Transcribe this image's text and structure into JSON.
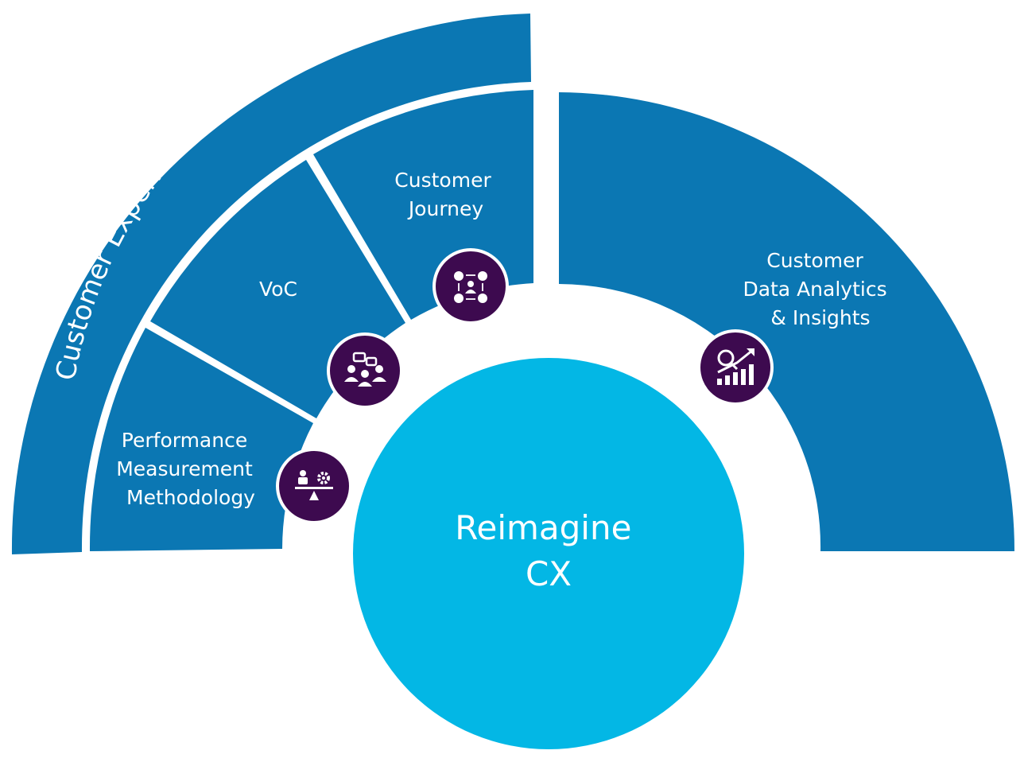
{
  "outer_arc": {
    "label": "Customer Experience Analytics and Insights"
  },
  "segments": [
    {
      "id": "performance",
      "lines": [
        "Performance",
        "Measurement",
        "Methodology"
      ],
      "icon": "balance-scale-gear-icon"
    },
    {
      "id": "voc",
      "lines": [
        "VoC"
      ],
      "icon": "people-chat-icon"
    },
    {
      "id": "journey",
      "lines": [
        "Customer",
        "Journey"
      ],
      "icon": "customer-journey-cycle-icon"
    },
    {
      "id": "data",
      "lines": [
        "Customer",
        "Data Analytics",
        "& Insights"
      ],
      "icon": "analytics-growth-chart-icon"
    }
  ],
  "center": {
    "lines": [
      "Reimagine",
      "CX"
    ]
  },
  "colors": {
    "segment_blue": "#0b77b3",
    "center_cyan": "#03b7e5",
    "icon_purple": "#3d0a4f",
    "text_white": "#ffffff"
  }
}
